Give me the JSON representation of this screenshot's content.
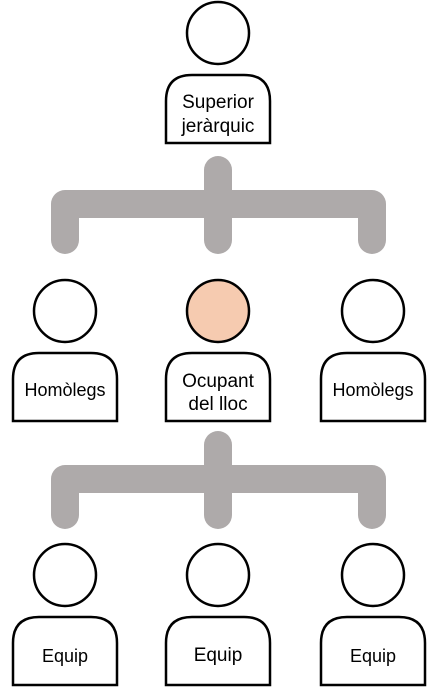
{
  "colors": {
    "connector": "#aeaaaa",
    "highlight_head": "#f6cbb0",
    "head_default": "#ffffff",
    "outline": "#000000"
  },
  "top": {
    "line1": "Superior",
    "line2": "jeràrquic"
  },
  "middle": {
    "left_label": "Homòlegs",
    "center_line1": "Ocupant",
    "center_line2": "del lloc",
    "right_label": "Homòlegs"
  },
  "bottom": {
    "left_label": "Equip",
    "center_label": "Equip",
    "right_label": "Equip"
  }
}
